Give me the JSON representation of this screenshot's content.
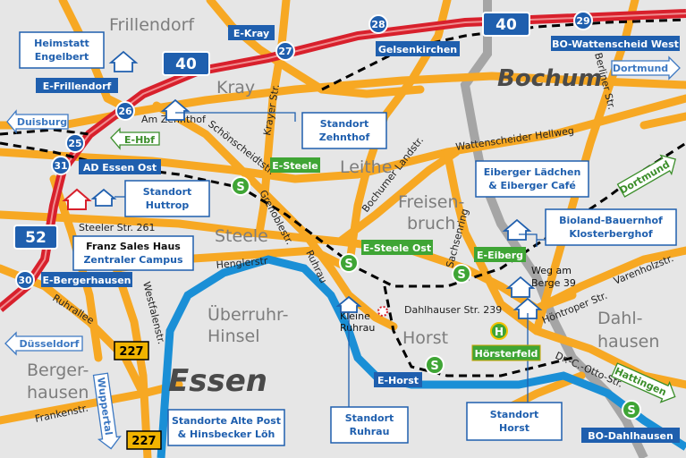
{
  "districts": {
    "frillendorf": "Frillendorf",
    "kray": "Kray",
    "leithe": "Leithe",
    "freisen": "Freisen-",
    "bruch": "bruch",
    "steele": "Steele",
    "ueberruhr": "Überruhr-",
    "hinsel": "Hinsel",
    "horst": "Horst",
    "dahl": "Dahl-",
    "hausen": "hausen",
    "berger": "Berger-",
    "bhausen": "hausen",
    "essen": "Essen",
    "bochum": "Bochum"
  },
  "streets": {
    "am_zehnthof": "Am Zehnthof",
    "schonscheidtstr": "Schönscheidtstr.",
    "krayer_str": "Krayer Str.",
    "wattenscheider": "Wattenscheider Hellweg",
    "bochumer_landstr": "Bochumer Landstr.",
    "steeler_str": "Steeler Str. 261",
    "grenoblestr": "Grenoblestr.",
    "ruhrau": "Ruhrau",
    "henglerstr": "Henglerstr",
    "westfalenstr": "Westfalenstr.",
    "ruhrallee": "Ruhrallee",
    "frankenstr": "Frankenstr.",
    "sachsenring": "Sachsenring",
    "dahlhauser": "Dahlhauser Str. 239",
    "hontroper": "Höntroper Str.",
    "varenholzstr": "Varenholzstr.",
    "berliner": "Berliner Str.",
    "dr_otto": "Dr.-C.-Otto-Str.",
    "kleine": "Kleine",
    "ruhrau_small": "Ruhrau",
    "weg_am": "Weg am",
    "berge": "Berge 39"
  },
  "blue_labels": {
    "e_kray": "E-Kray",
    "gelsenkirchen": "Gelsenkirchen",
    "bo_wattenscheid": "BO-Wattenscheid West",
    "e_frillendorf": "E-Frillendorf",
    "ad_essen_ost": "AD Essen Ost",
    "e_bergerhausen": "E-Bergerhausen",
    "e_horst": "E-Horst",
    "bo_dahlhausen": "BO-Dahlhausen"
  },
  "white_boxes": {
    "heimstatt_1": "Heimstatt",
    "heimstatt_2": "Engelbert",
    "zehnthof_1": "Standort",
    "zehnthof_2": "Zehnthof",
    "huttrop_1": "Standort",
    "huttrop_2": "Huttrop",
    "franz_1": "Franz Sales Haus",
    "franz_2": "Zentraler Campus",
    "eiberger_1": "Eiberger Lädchen",
    "eiberger_2": "& Eiberger Café",
    "bioland_1": "Bioland-Bauernhof",
    "bioland_2": "Klosterberghof",
    "altepost_1": "Standorte Alte Post",
    "altepost_2": "& Hinsbecker Löh",
    "ruhrau_1": "Standort",
    "ruhrau_2": "Ruhrau",
    "horst_1": "Standort",
    "horst_2": "Horst"
  },
  "green_labels": {
    "e_steele": "E-Steele",
    "e_steele_ost": "E-Steele Ost",
    "e_eiberg": "E-Eiberg",
    "horsterfeld": "Hörsterfeld"
  },
  "arrows": {
    "duisburg": "Duisburg",
    "e_hbf": "E-Hbf",
    "dortmund_top": "Dortmund",
    "dortmund_right": "Dortmund",
    "dusseldorf": "Düsseldorf",
    "wuppertal": "Wuppertal",
    "hattingen": "Hattingen"
  },
  "junctions": [
    "28",
    "29",
    "27",
    "26",
    "25",
    "31",
    "30"
  ],
  "autobahn": {
    "a40_top": "40",
    "a40_left": "40",
    "a52": "52"
  },
  "bundesstrasse": {
    "b227_left": "227",
    "b227_bottom": "227"
  },
  "markers": {
    "s": "S",
    "h": "H"
  },
  "colors": {
    "background": "#e6e6e6",
    "road": "#f7a823",
    "autobahn": "#d8202c",
    "river": "#1a8fd6",
    "railway": "#000000",
    "bus": "#1f5fae",
    "sbahn": "#3fa535"
  }
}
